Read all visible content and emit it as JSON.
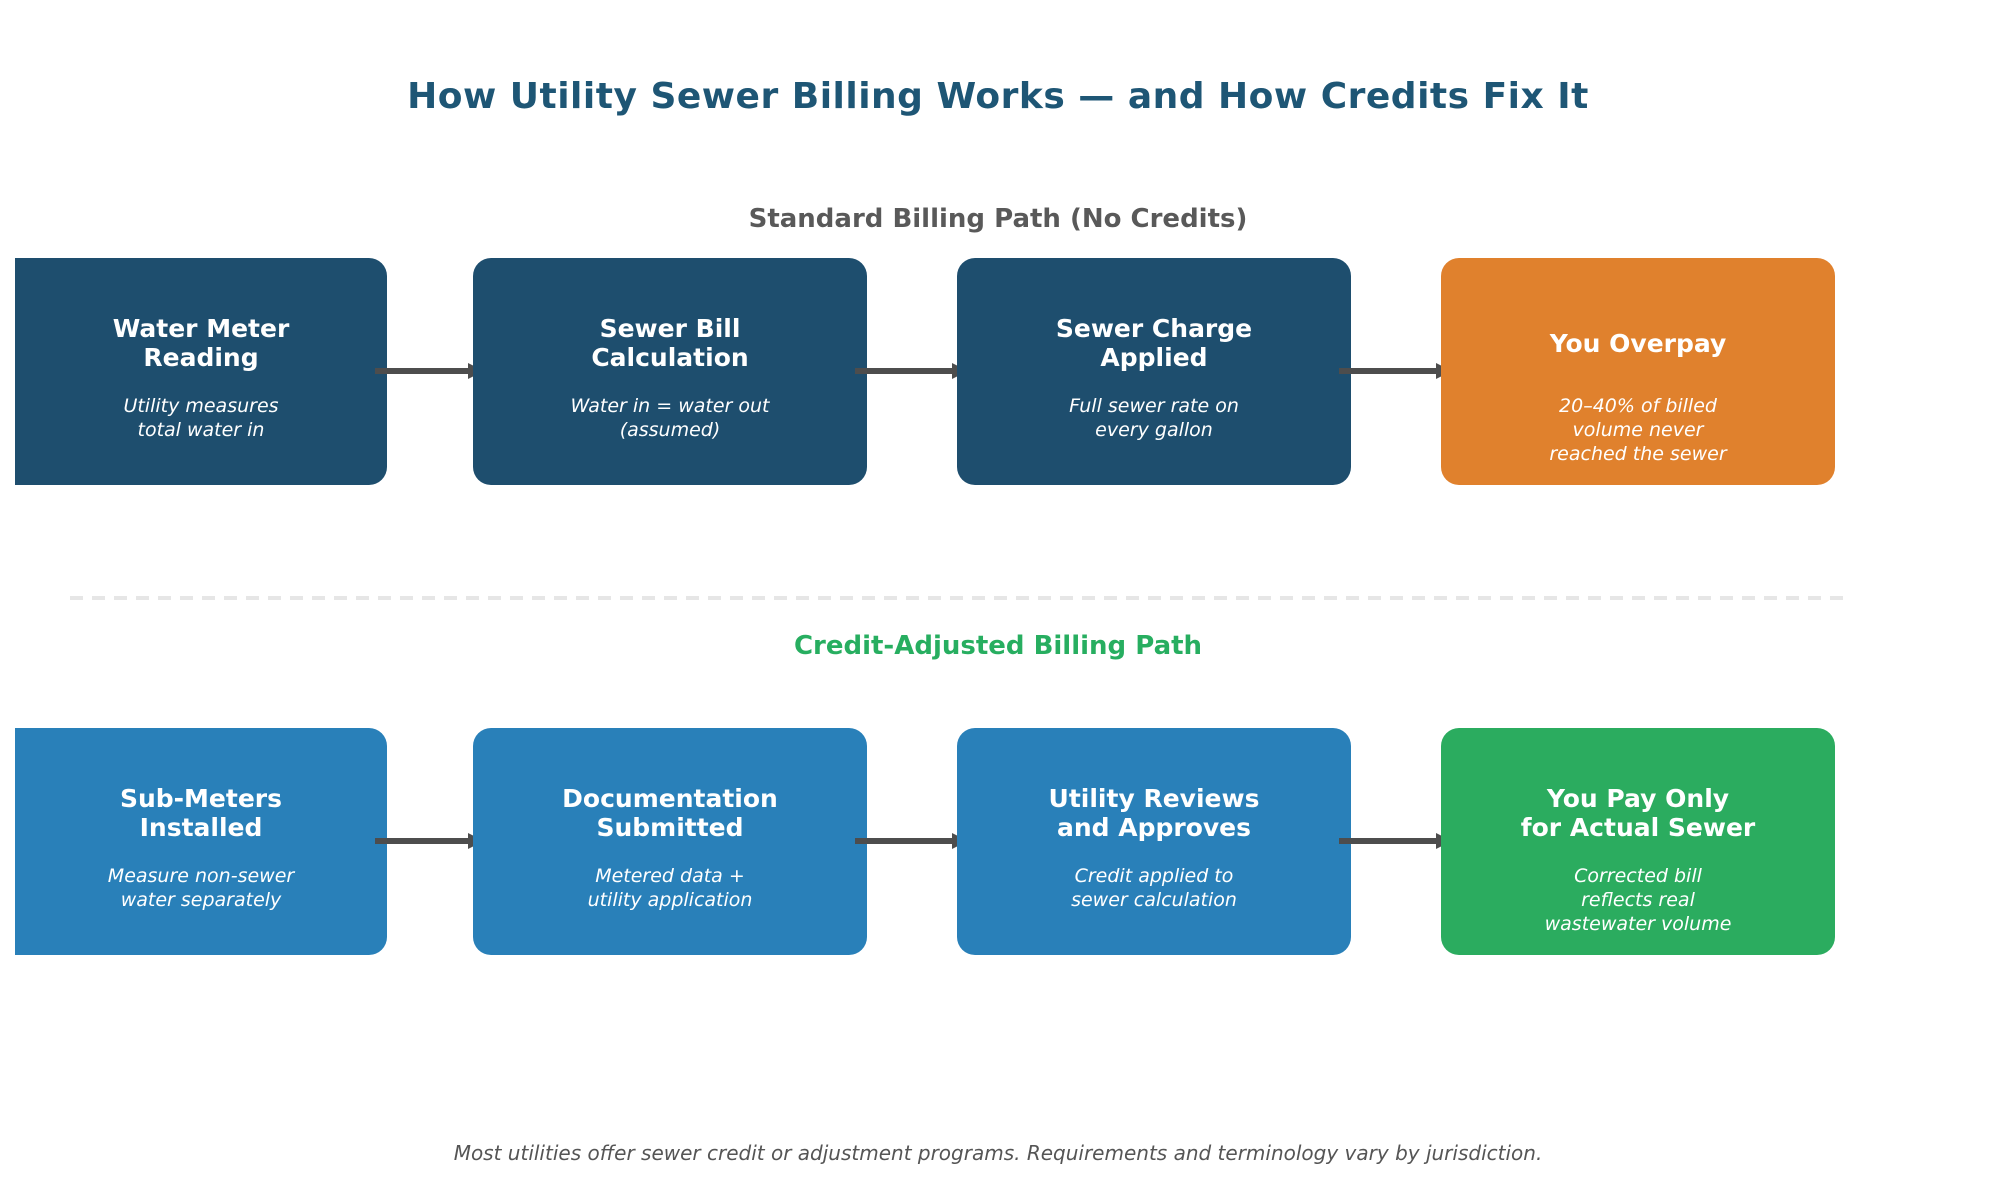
{
  "title": {
    "text": "How Utility Sewer Billing Works — and How Credits Fix It",
    "color": "#1E5675"
  },
  "sections": [
    {
      "header": "Standard Billing Path (No Credits)",
      "header_color": "#595959",
      "boxes": [
        {
          "title": "Water Meter\nReading",
          "subtitle": "Utility measures\ntotal water in",
          "color": "#1E4E6E"
        },
        {
          "title": "Sewer Bill\nCalculation",
          "subtitle": "Water in = water out\n(assumed)",
          "color": "#1E4E6E"
        },
        {
          "title": "Sewer Charge\nApplied",
          "subtitle": "Full sewer rate on\nevery gallon",
          "color": "#1E4E6E"
        },
        {
          "title": "You Overpay",
          "subtitle": "20–40% of billed\nvolume never\nreached the sewer",
          "color": "#E0812D"
        }
      ]
    },
    {
      "header": "Credit-Adjusted Billing Path",
      "header_color": "#27AE60",
      "boxes": [
        {
          "title": "Sub-Meters\nInstalled",
          "subtitle": "Measure non-sewer\nwater separately",
          "color": "#2980B9"
        },
        {
          "title": "Documentation\nSubmitted",
          "subtitle": "Metered data +\nutility application",
          "color": "#2980B9"
        },
        {
          "title": "Utility Reviews\nand Approves",
          "subtitle": "Credit applied to\nsewer calculation",
          "color": "#2980B9"
        },
        {
          "title": "You Pay Only\nfor Actual Sewer",
          "subtitle": "Corrected bill\nreflects real\nwastewater volume",
          "color": "#2BAC5F"
        }
      ]
    }
  ],
  "footer": {
    "text": "Most utilities offer sewer credit or adjustment programs. Requirements and terminology vary by jurisdiction.",
    "color": "#555555"
  },
  "colors": {
    "arrow": "#4D4D4D",
    "divider": "#E6E6E6",
    "background": "#FFFFFF"
  }
}
